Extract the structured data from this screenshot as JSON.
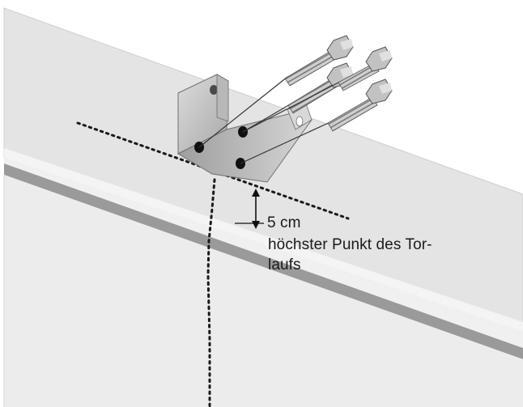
{
  "annotation": {
    "distance": "5 cm",
    "description_line1": "höchster Punkt des Tor-",
    "description_line2": "laufs"
  },
  "colors": {
    "ceiling": "#e6e6e6",
    "wall": "#ececec",
    "rail_stripe": "#9a9a9a",
    "bracket": "#c6c6c6",
    "screw": "#c2c2c2",
    "dotted_guide": "#1a1a1a"
  },
  "icons": [
    "mounting-bracket-icon",
    "screw-icon",
    "double-arrow-icon"
  ]
}
